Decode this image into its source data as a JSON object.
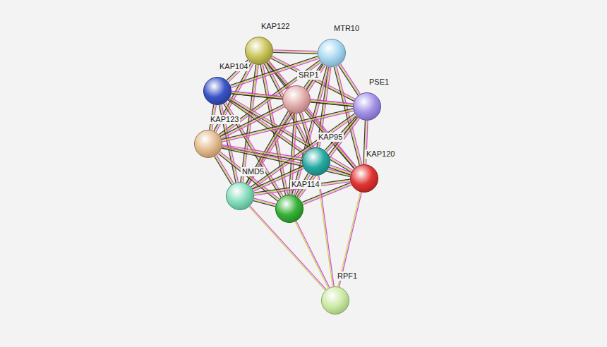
{
  "diagram": {
    "nodes": [
      {
        "text": [
          "KAP122"
        ]
      },
      {
        "text": [
          "MTR10"
        ]
      },
      {
        "text": [
          "KAP104"
        ]
      },
      {
        "text": [
          "SRP1"
        ]
      },
      {
        "text": [
          "PSE1"
        ]
      },
      {
        "text": [
          "KAP123"
        ]
      },
      {
        "text": [
          "KAP95"
        ]
      },
      {
        "text": [
          "KAP120"
        ]
      },
      {
        "text": [
          "NMD5"
        ]
      },
      {
        "text": [
          "KAP114"
        ]
      },
      {
        "text": [
          "RPF1"
        ]
      }
    ],
    "edges": [
      {
        "from": 0,
        "to": 1,
        "arrow": "none"
      },
      {
        "from": 0,
        "to": 2,
        "arrow": "none"
      },
      {
        "from": 0,
        "to": 3,
        "arrow": "none"
      },
      {
        "from": 0,
        "to": 4,
        "arrow": "none"
      },
      {
        "from": 0,
        "to": 5,
        "arrow": "none"
      },
      {
        "from": 0,
        "to": 6,
        "arrow": "none"
      },
      {
        "from": 0,
        "to": 7,
        "arrow": "none"
      },
      {
        "from": 0,
        "to": 8,
        "arrow": "none"
      },
      {
        "from": 0,
        "to": 9,
        "arrow": "none"
      },
      {
        "from": 1,
        "to": 2,
        "arrow": "none"
      },
      {
        "from": 1,
        "to": 3,
        "arrow": "none"
      },
      {
        "from": 1,
        "to": 4,
        "arrow": "none"
      },
      {
        "from": 1,
        "to": 5,
        "arrow": "none"
      },
      {
        "from": 1,
        "to": 6,
        "arrow": "none"
      },
      {
        "from": 1,
        "to": 7,
        "arrow": "none"
      },
      {
        "from": 1,
        "to": 8,
        "arrow": "none"
      },
      {
        "from": 1,
        "to": 9,
        "arrow": "none"
      },
      {
        "from": 2,
        "to": 3,
        "arrow": "none"
      },
      {
        "from": 2,
        "to": 4,
        "arrow": "none"
      },
      {
        "from": 2,
        "to": 5,
        "arrow": "none"
      },
      {
        "from": 2,
        "to": 6,
        "arrow": "none"
      },
      {
        "from": 2,
        "to": 7,
        "arrow": "none"
      },
      {
        "from": 2,
        "to": 8,
        "arrow": "none"
      },
      {
        "from": 2,
        "to": 9,
        "arrow": "none"
      },
      {
        "from": 3,
        "to": 4,
        "arrow": "none"
      },
      {
        "from": 3,
        "to": 5,
        "arrow": "none"
      },
      {
        "from": 3,
        "to": 6,
        "arrow": "none"
      },
      {
        "from": 3,
        "to": 7,
        "arrow": "none"
      },
      {
        "from": 3,
        "to": 8,
        "arrow": "none"
      },
      {
        "from": 3,
        "to": 9,
        "arrow": "none"
      },
      {
        "from": 4,
        "to": 5,
        "arrow": "none"
      },
      {
        "from": 4,
        "to": 6,
        "arrow": "none"
      },
      {
        "from": 4,
        "to": 7,
        "arrow": "none"
      },
      {
        "from": 4,
        "to": 8,
        "arrow": "none"
      },
      {
        "from": 4,
        "to": 9,
        "arrow": "none"
      },
      {
        "from": 5,
        "to": 6,
        "arrow": "none"
      },
      {
        "from": 5,
        "to": 7,
        "arrow": "none"
      },
      {
        "from": 5,
        "to": 8,
        "arrow": "none"
      },
      {
        "from": 5,
        "to": 9,
        "arrow": "none"
      },
      {
        "from": 6,
        "to": 7,
        "arrow": "none"
      },
      {
        "from": 6,
        "to": 8,
        "arrow": "none"
      },
      {
        "from": 6,
        "to": 9,
        "arrow": "none"
      },
      {
        "from": 7,
        "to": 8,
        "arrow": "none"
      },
      {
        "from": 7,
        "to": 9,
        "arrow": "none"
      },
      {
        "from": 8,
        "to": 9,
        "arrow": "none"
      },
      {
        "from": 8,
        "to": 10,
        "arrow": "none"
      },
      {
        "from": 9,
        "to": 10,
        "arrow": "none"
      },
      {
        "from": 6,
        "to": 10,
        "arrow": "none"
      },
      {
        "from": 7,
        "to": 10,
        "arrow": "none"
      }
    ]
  }
}
